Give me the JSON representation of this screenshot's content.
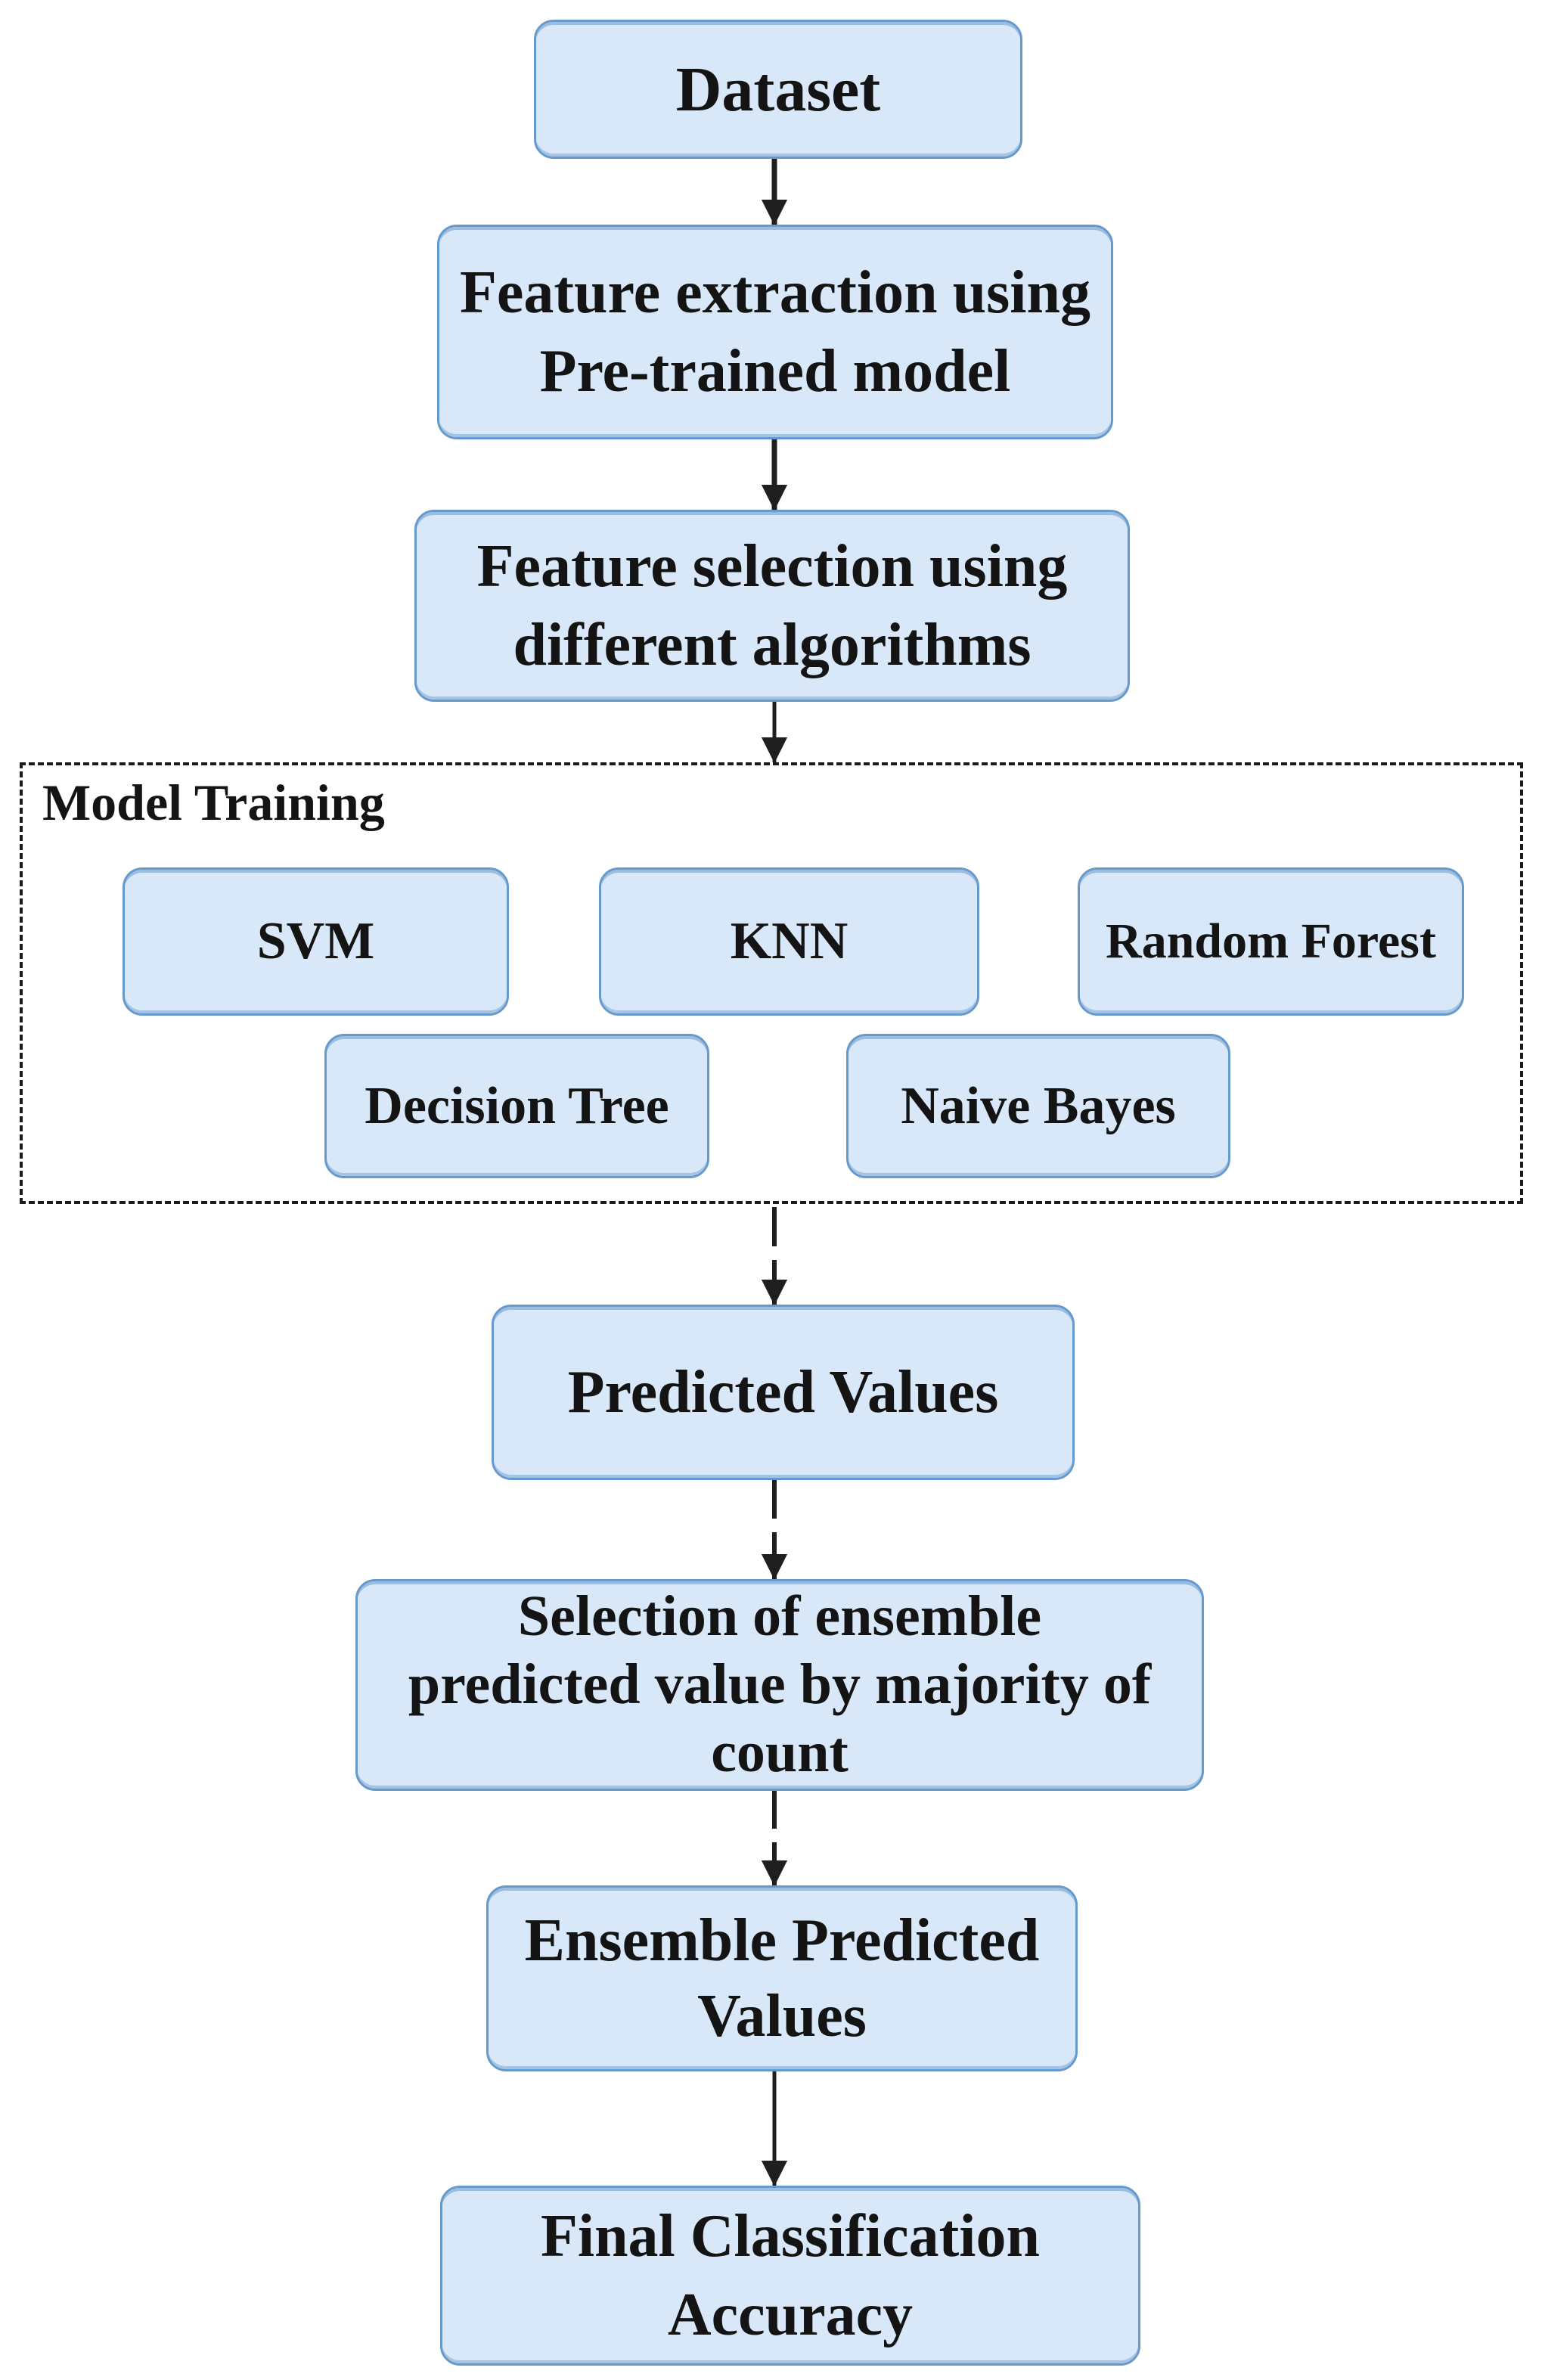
{
  "colors": {
    "node_fill": "#d9e8f8",
    "node_border": "#6699cc",
    "arrow": "#1f1f1f",
    "text_color": "#141414",
    "dashed_border": "#1b1b1b"
  },
  "flowchart": {
    "nodes": {
      "dataset": {
        "lines": [
          "Dataset"
        ]
      },
      "feature_extraction": {
        "lines": [
          "Feature extraction using",
          "Pre-trained model"
        ]
      },
      "feature_selection": {
        "lines": [
          "Feature selection using",
          "different algorithms"
        ]
      },
      "predicted_values": {
        "lines": [
          "Predicted Values"
        ]
      },
      "ensemble_selection": {
        "lines": [
          "Selection of ensemble",
          "predicted value by majority of",
          "count"
        ]
      },
      "ensemble_predicted_values": {
        "lines": [
          "Ensemble Predicted",
          "Values"
        ]
      },
      "final_accuracy": {
        "lines": [
          "Final Classification",
          "Accuracy"
        ]
      }
    },
    "model_training": {
      "label": "Model Training",
      "models": [
        "SVM",
        "KNN",
        "Random Forest",
        "Decision Tree",
        "Naive Bayes"
      ]
    }
  }
}
